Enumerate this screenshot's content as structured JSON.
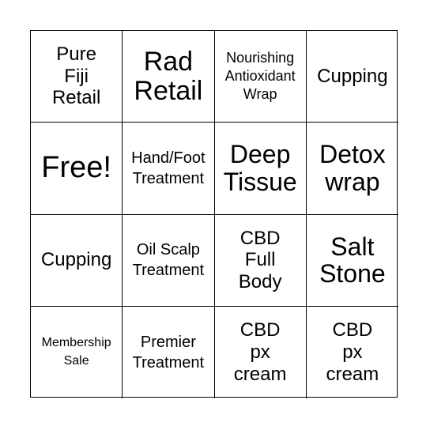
{
  "board": {
    "cells": [
      {
        "text": "Pure\nFiji\nRetail"
      },
      {
        "text": "Rad\nRetail"
      },
      {
        "text": "Nourishing\nAntioxidant\nWrap"
      },
      {
        "text": "Cupping"
      },
      {
        "text": "Free!"
      },
      {
        "text": "Hand/Foot\nTreatment"
      },
      {
        "text": "Deep\nTissue"
      },
      {
        "text": "Detox\nwrap"
      },
      {
        "text": "Cupping"
      },
      {
        "text": "Oil Scalp\nTreatment"
      },
      {
        "text": "CBD\nFull\nBody"
      },
      {
        "text": "Salt\nStone"
      },
      {
        "text": "Membership\nSale"
      },
      {
        "text": "Premier\nTreatment"
      },
      {
        "text": "CBD\npx\ncream"
      },
      {
        "text": "CBD\npx\ncream"
      }
    ]
  }
}
